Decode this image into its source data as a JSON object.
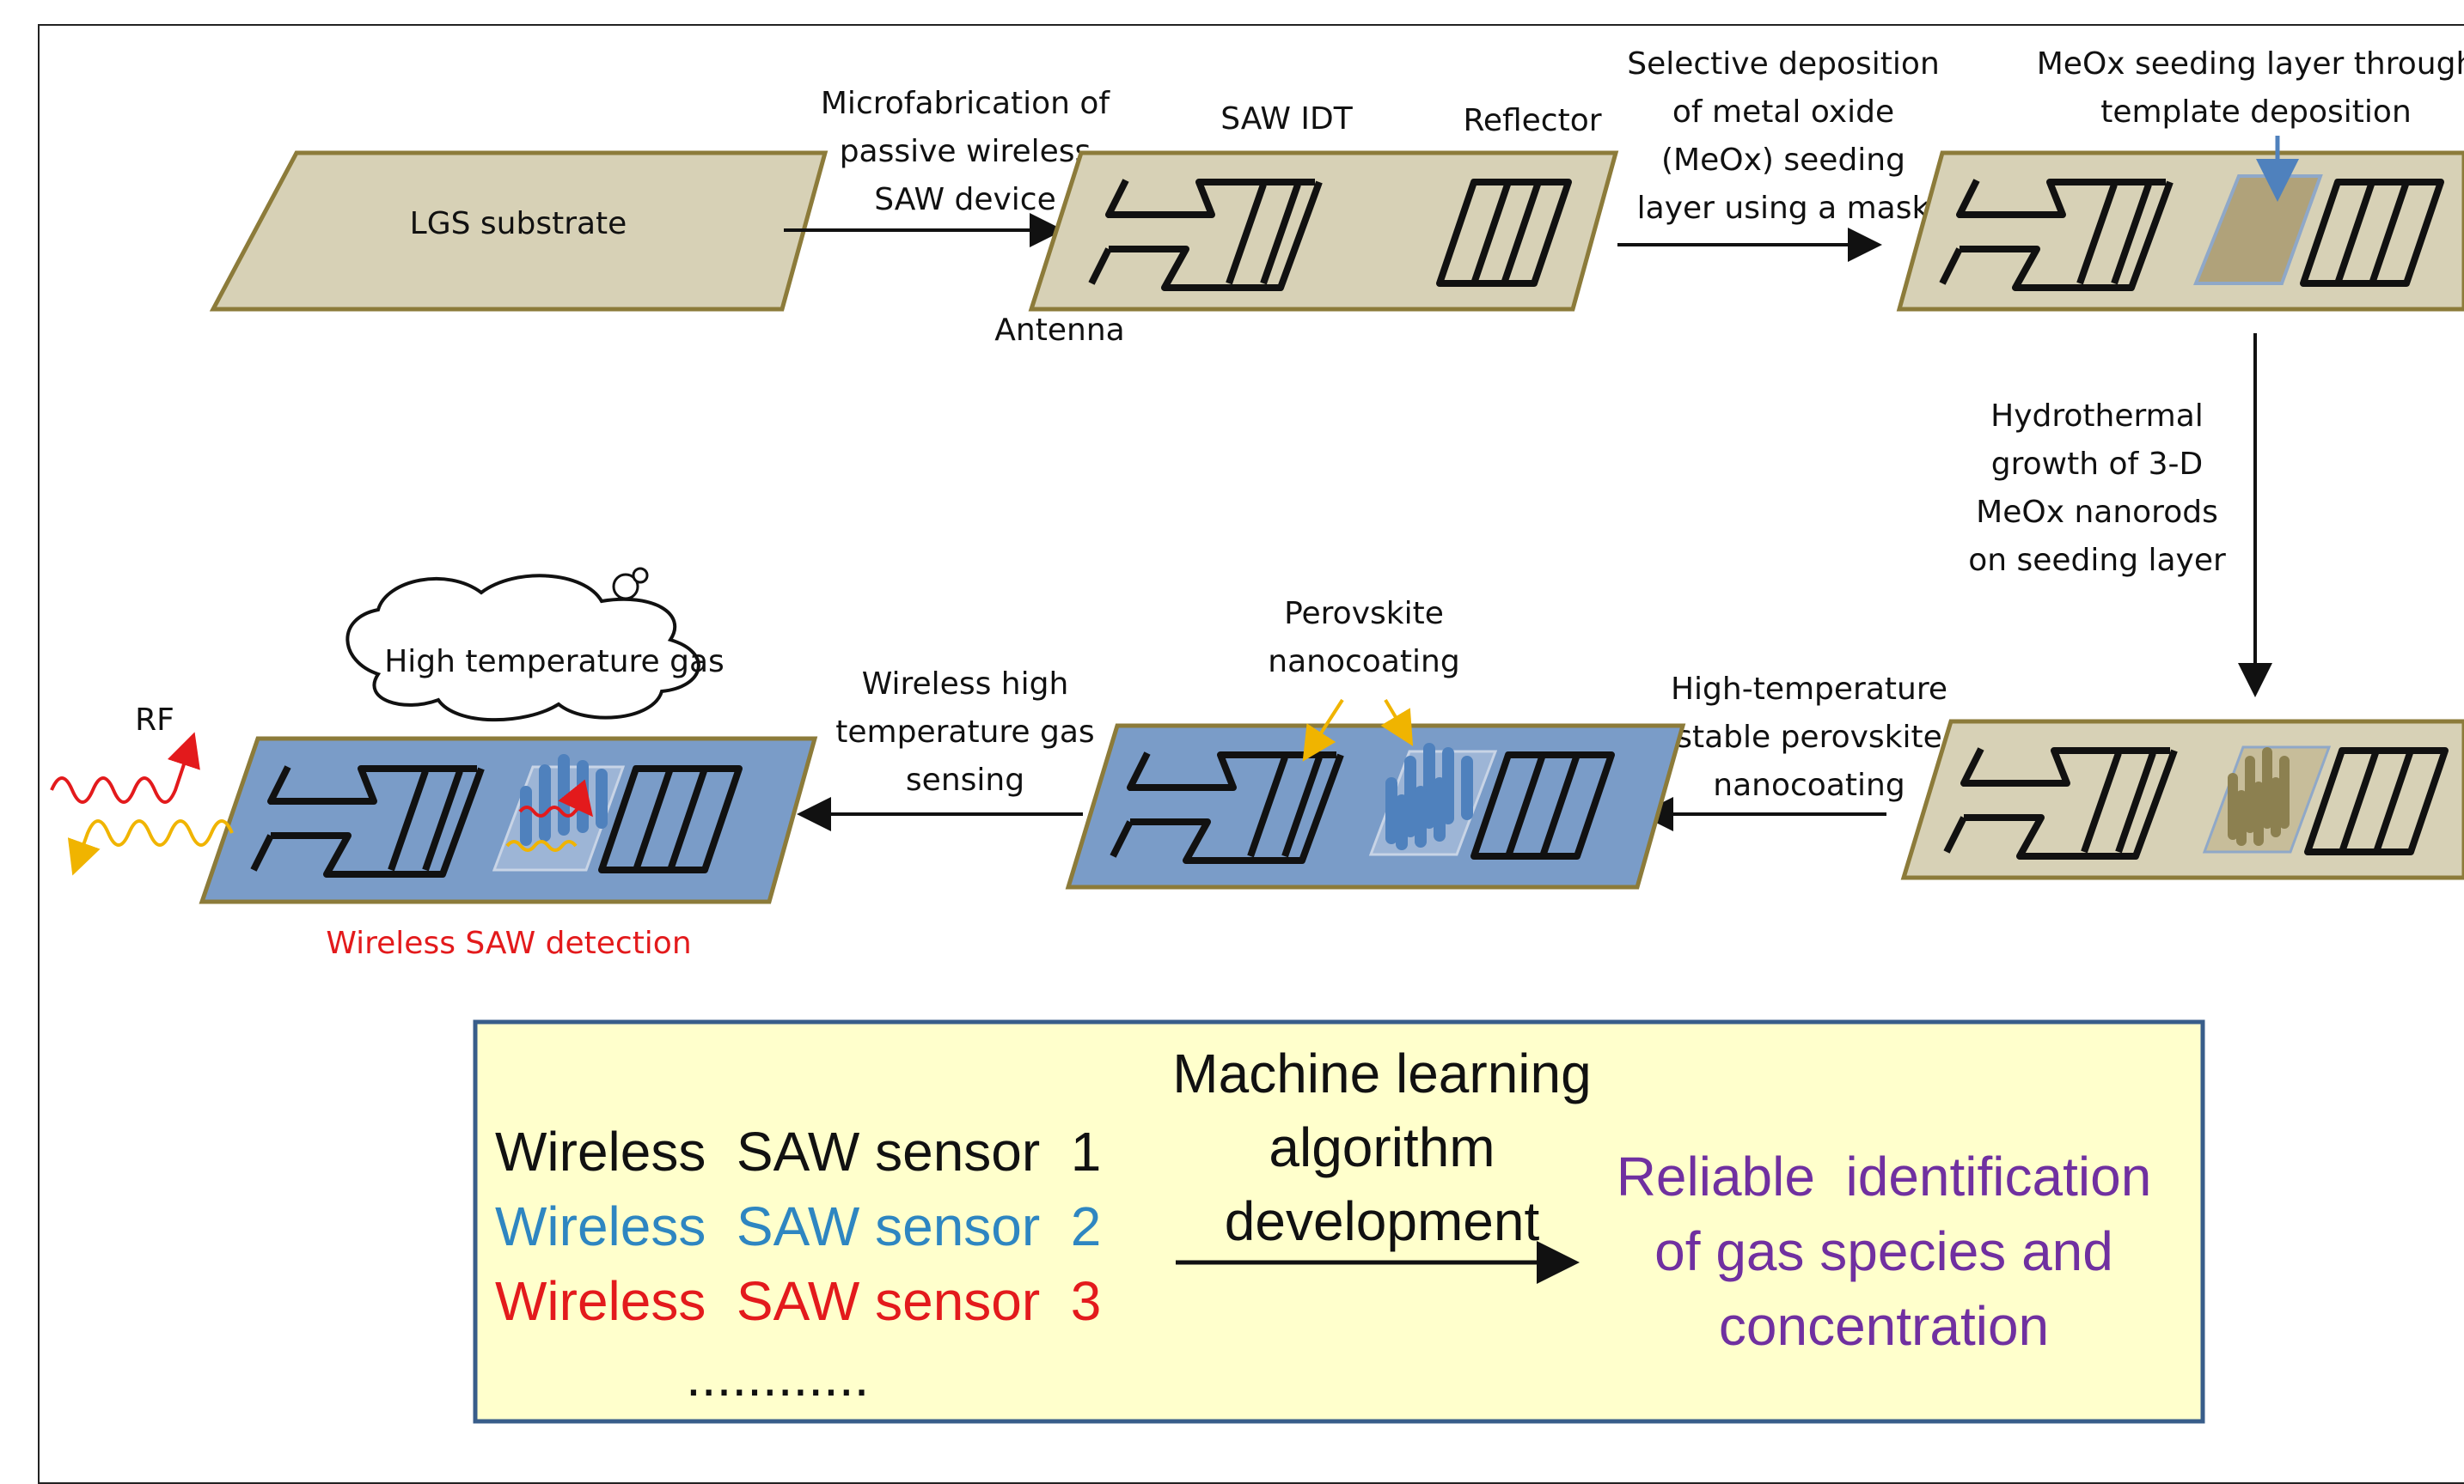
{
  "labels": {
    "lgs_substrate": "LGS substrate",
    "step1": [
      "Microfabrication of",
      "passive wireless",
      "SAW device"
    ],
    "saw_idt": "SAW IDT",
    "reflector": "Reflector",
    "antenna": "Antenna",
    "step2": [
      "Selective deposition",
      "of metal oxide",
      "(MeOx) seeding",
      "layer using a mask"
    ],
    "step3": [
      "MeOx seeding layer through",
      "template deposition"
    ],
    "step4": [
      "Hydrothermal",
      "growth of 3-D",
      "MeOx nanorods",
      "on seeding layer"
    ],
    "step5": [
      "High-temperature",
      "stable perovskite",
      "nanocoating"
    ],
    "perovskite": [
      "Perovskite",
      "nanocoating"
    ],
    "step6": [
      "Wireless high",
      "temperature gas",
      "sensing"
    ],
    "cloud": "High temperature gas",
    "rf": "RF",
    "detection": "Wireless SAW detection"
  },
  "bottom_box": {
    "sensors": [
      "Wireless  SAW sensor  1",
      "Wireless  SAW sensor  2",
      "Wireless  SAW sensor  3"
    ],
    "dots": "............",
    "ml": [
      "Machine learning",
      "algorithm",
      "development"
    ],
    "result": [
      "Reliable  identification",
      "of gas species and",
      "concentration"
    ]
  },
  "colors": {
    "substrate_fill": "#d7d1b6",
    "substrate_edge": "#8c7b3a",
    "blue_fill": "#7a9cc8",
    "blue_edge": "#4f81bd",
    "nanorod": "#8c8050",
    "box_fill": "#ffffcc",
    "box_edge": "#385d8a"
  }
}
